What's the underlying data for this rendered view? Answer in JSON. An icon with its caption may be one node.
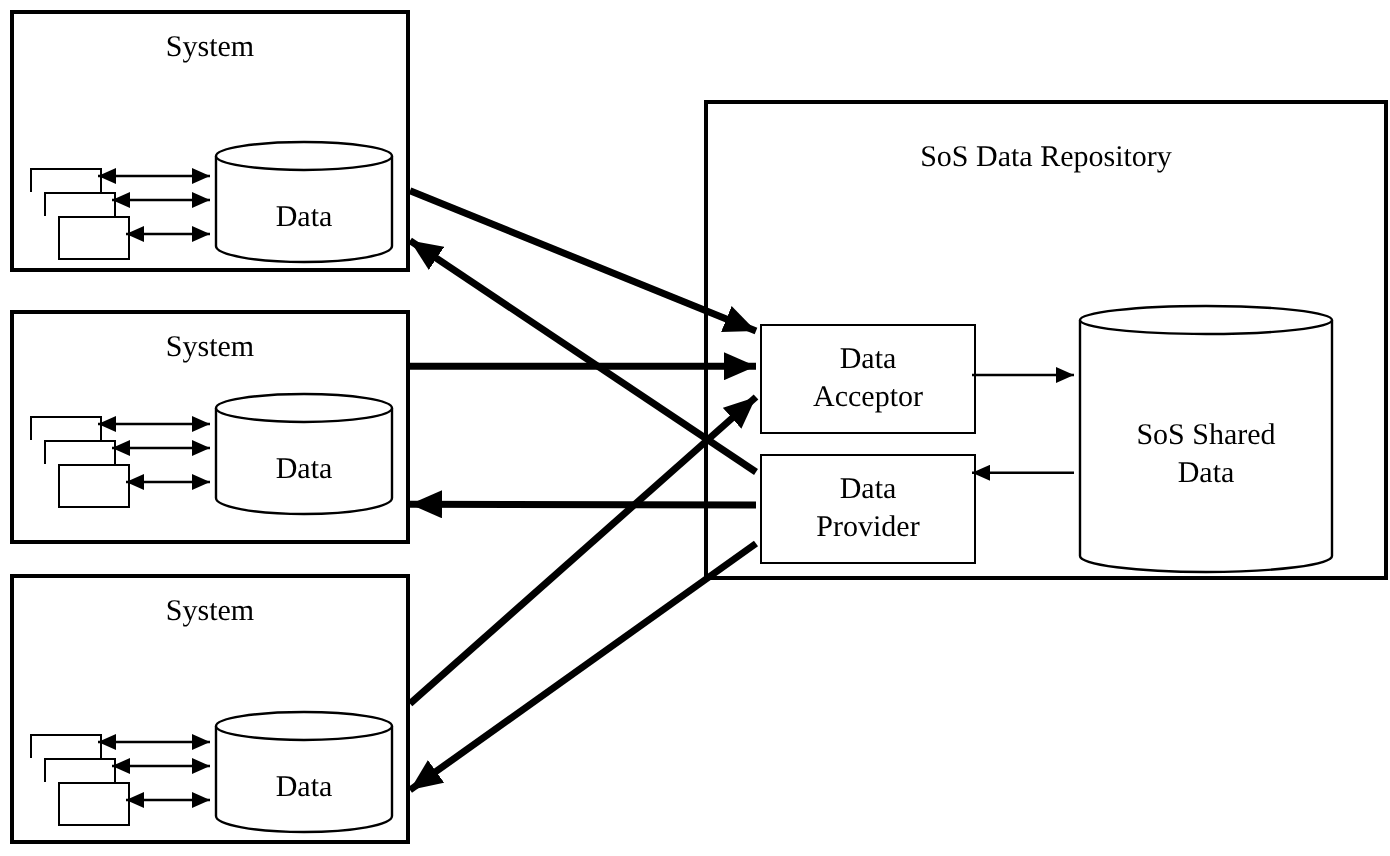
{
  "diagram": {
    "nodes": [
      {
        "text": [
          "System"
        ]
      },
      {
        "text": [],
        "shape": "box",
        "in": 0
      },
      {
        "text": [],
        "shape": "box",
        "in": 0
      },
      {
        "text": [],
        "shape": "box",
        "in": 0
      },
      {
        "text": [
          "Data"
        ],
        "in": 0
      },
      {
        "text": [
          "System"
        ]
      },
      {
        "text": [],
        "shape": "box",
        "in": 5
      },
      {
        "text": [],
        "shape": "box",
        "in": 5
      },
      {
        "text": [],
        "shape": "box",
        "in": 5
      },
      {
        "text": [
          "Data"
        ],
        "in": 5
      },
      {
        "text": [
          "System"
        ]
      },
      {
        "text": [],
        "shape": "box",
        "in": 10
      },
      {
        "text": [],
        "shape": "box",
        "in": 10
      },
      {
        "text": [],
        "shape": "box",
        "in": 10
      },
      {
        "text": [
          "Data"
        ],
        "in": 10
      },
      {
        "text": [
          "SoS Data Repository"
        ]
      },
      {
        "text": [
          "Data Acceptor"
        ],
        "in": 15
      },
      {
        "text": [
          "Data Provider"
        ],
        "in": 15
      },
      {
        "text": [
          "SoS Shared Data"
        ],
        "in": 15
      }
    ],
    "edges": [
      {
        "from": 1,
        "to": 4,
        "arrow": "both"
      },
      {
        "from": 2,
        "to": 4,
        "arrow": "both"
      },
      {
        "from": 3,
        "to": 4,
        "arrow": "both"
      },
      {
        "from": 6,
        "to": 9,
        "arrow": "both"
      },
      {
        "from": 7,
        "to": 9,
        "arrow": "both"
      },
      {
        "from": 8,
        "to": 9,
        "arrow": "both"
      },
      {
        "from": 11,
        "to": 14,
        "arrow": "both"
      },
      {
        "from": 12,
        "to": 14,
        "arrow": "both"
      },
      {
        "from": 13,
        "to": 14,
        "arrow": "both"
      },
      {
        "from": 0,
        "to": 16,
        "arrow": "to",
        "style": "thick"
      },
      {
        "from": 17,
        "to": 0,
        "arrow": "to",
        "style": "thick"
      },
      {
        "from": 5,
        "to": 16,
        "arrow": "to",
        "style": "thick"
      },
      {
        "from": 17,
        "to": 5,
        "arrow": "to",
        "style": "thick"
      },
      {
        "from": 10,
        "to": 16,
        "arrow": "to",
        "style": "thick"
      },
      {
        "from": 17,
        "to": 10,
        "arrow": "to",
        "style": "thick"
      },
      {
        "from": 16,
        "to": 18,
        "arrow": "to"
      },
      {
        "from": 18,
        "to": 17,
        "arrow": "to"
      }
    ]
  }
}
